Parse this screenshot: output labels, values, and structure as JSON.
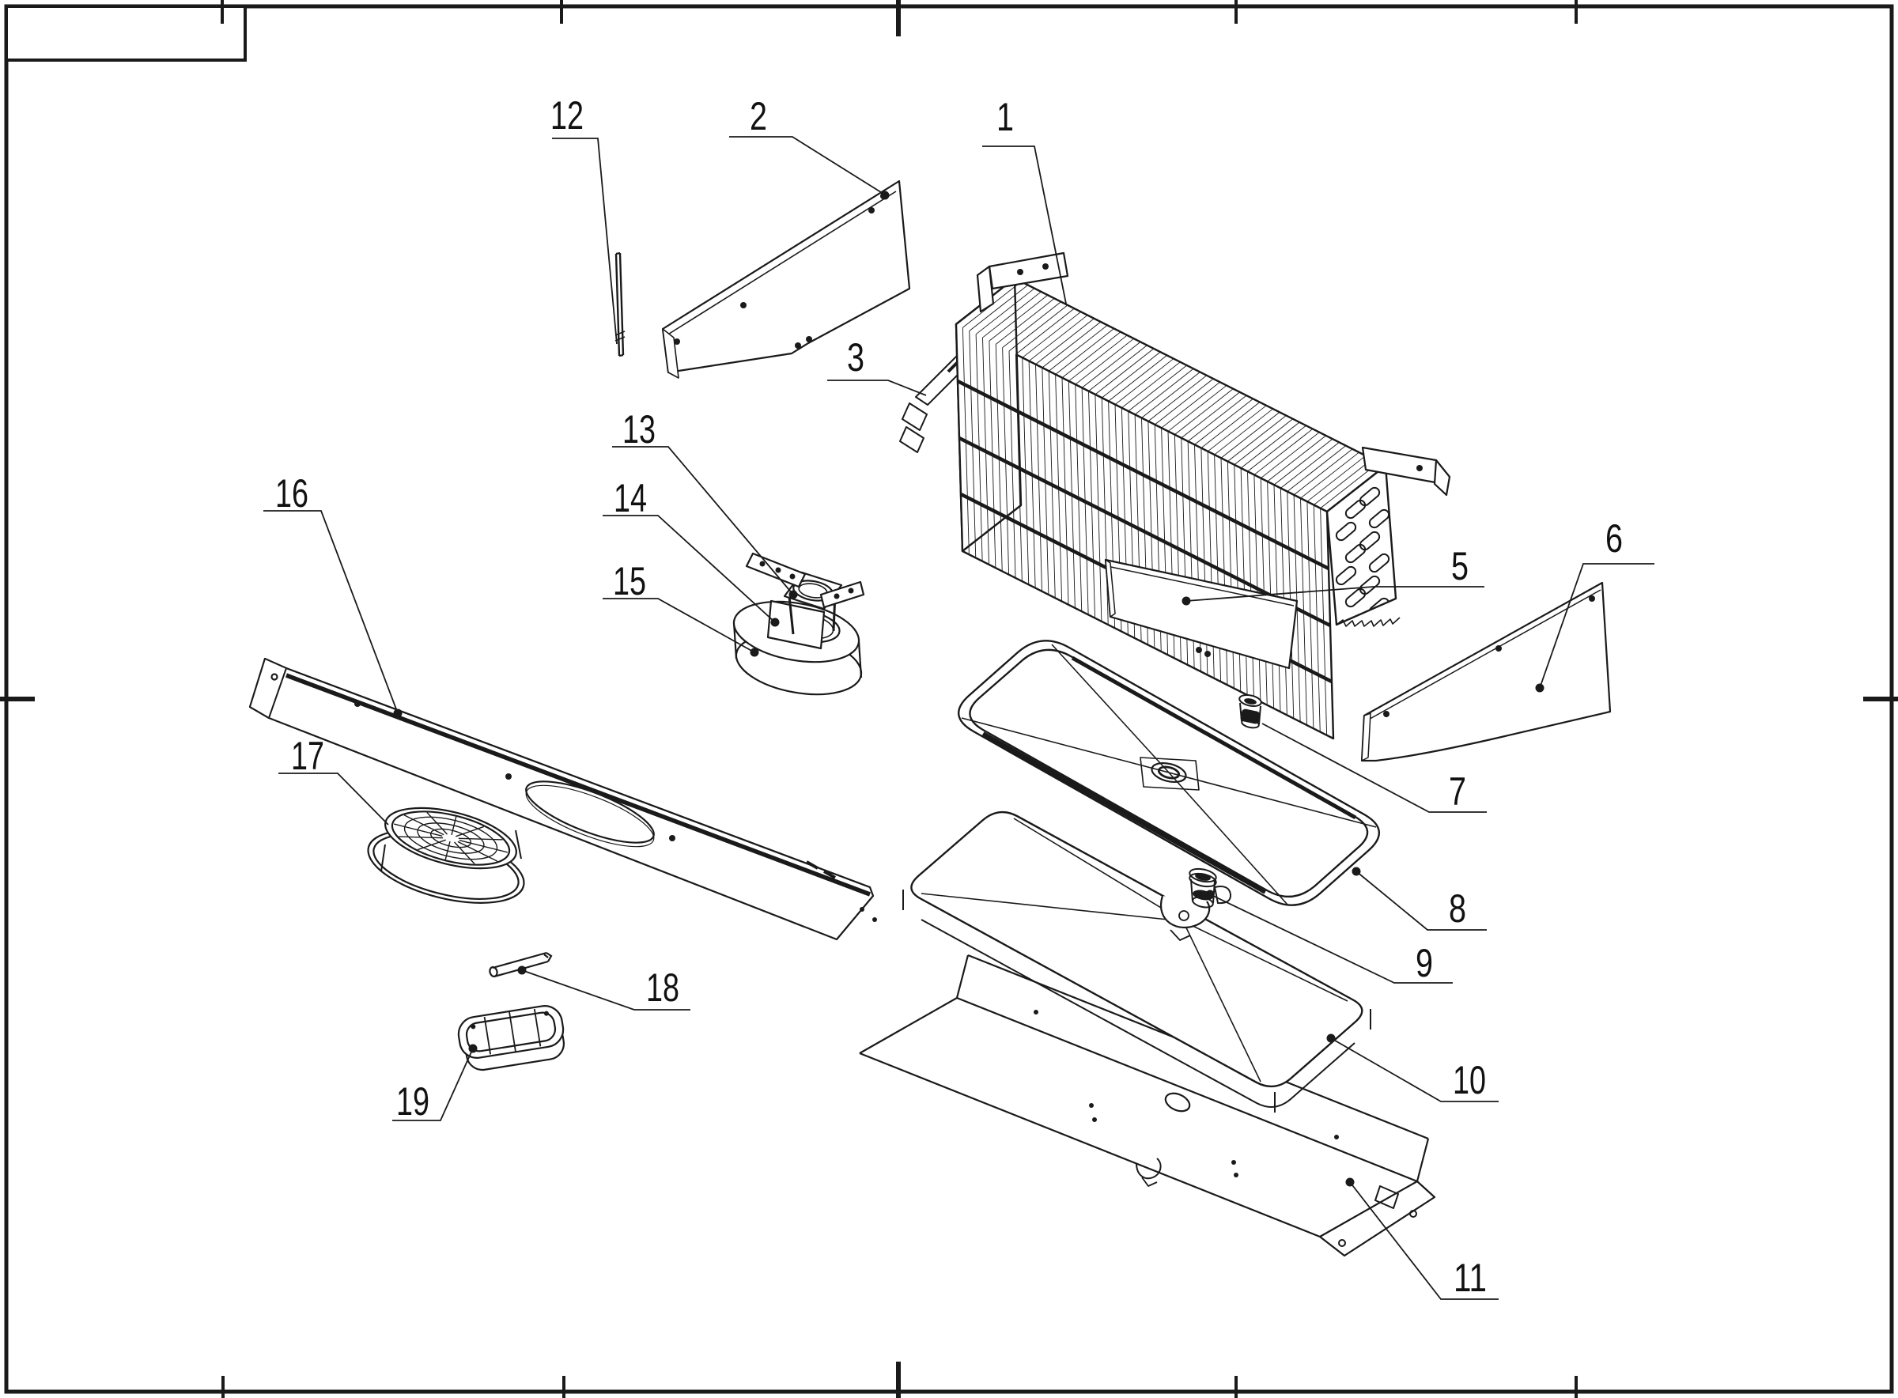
{
  "colors": {
    "line": "#1a1a1a",
    "background": "#ffffff",
    "label": "#111111"
  },
  "title_block": {
    "text": ""
  },
  "callouts": [
    {
      "id": "1",
      "label": "1"
    },
    {
      "id": "2",
      "label": "2"
    },
    {
      "id": "3",
      "label": "3"
    },
    {
      "id": "5",
      "label": "5"
    },
    {
      "id": "6",
      "label": "6"
    },
    {
      "id": "7",
      "label": "7"
    },
    {
      "id": "8",
      "label": "8"
    },
    {
      "id": "9",
      "label": "9"
    },
    {
      "id": "10",
      "label": "10"
    },
    {
      "id": "11",
      "label": "11"
    },
    {
      "id": "12",
      "label": "12"
    },
    {
      "id": "13",
      "label": "13"
    },
    {
      "id": "14",
      "label": "14"
    },
    {
      "id": "15",
      "label": "15"
    },
    {
      "id": "16",
      "label": "16"
    },
    {
      "id": "17",
      "label": "17"
    },
    {
      "id": "18",
      "label": "18"
    },
    {
      "id": "19",
      "label": "19"
    }
  ]
}
